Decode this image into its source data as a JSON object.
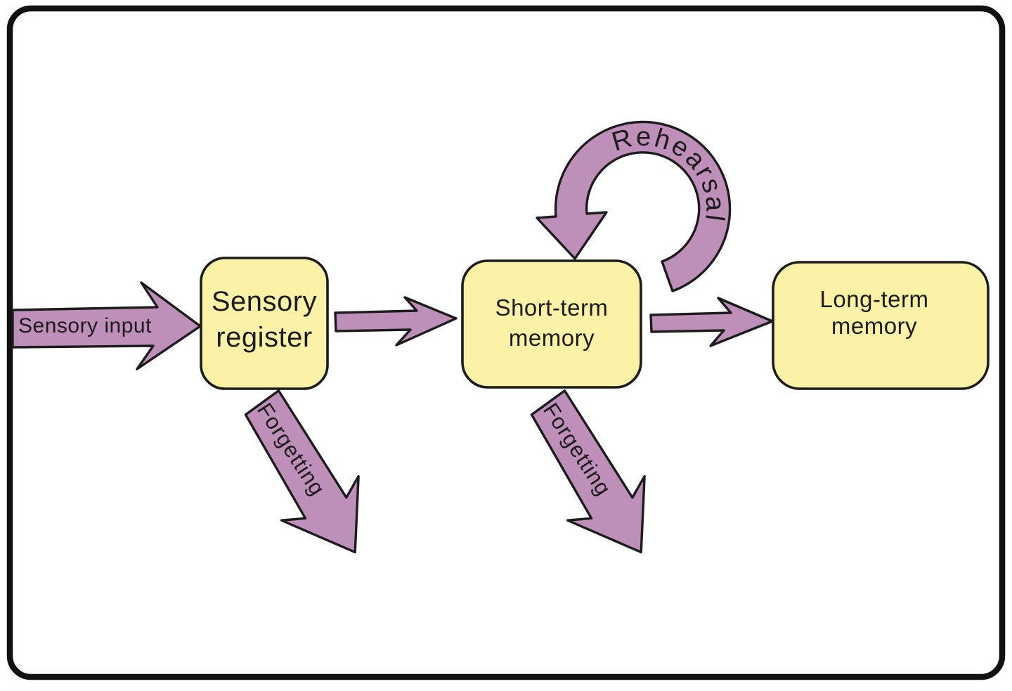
{
  "diagram": {
    "type": "flow-diagram",
    "subject": "multi-store-memory-model",
    "background": "#ffffff",
    "colors": {
      "arrow_fill": "#be8fb8",
      "box_fill": "#fbf2a8",
      "outline": "#1c1c1c",
      "frame": "#111111",
      "text": "#1c1c1c"
    },
    "input_arrow": {
      "label": "Sensory input"
    },
    "boxes": {
      "sensory_register": {
        "line1": "Sensory",
        "line2": "register"
      },
      "short_term_memory": {
        "line1": "Short-term",
        "line2": "memory"
      },
      "long_term_memory": {
        "line1": "Long-term",
        "line2": "memory"
      }
    },
    "rehearsal_loop": {
      "label": "Rehearsal"
    },
    "forgetting_from_sensory": {
      "label": "Forgetting"
    },
    "forgetting_from_short_term": {
      "label": "Forgetting"
    }
  }
}
